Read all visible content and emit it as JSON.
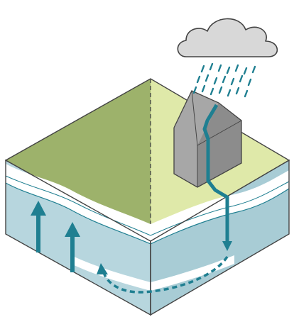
{
  "diagram": {
    "elements": [
      "rain-cloud-icon",
      "rain-drops-icon",
      "house-icon",
      "land-block-left-half",
      "land-block-right-half",
      "groundwater-layer",
      "down-arrow",
      "up-arrows",
      "dashed-flow-arrow"
    ],
    "colors": {
      "cloud_fill": "#d8d8d8",
      "cloud_stroke": "#444444",
      "rain": "#1f7f91",
      "land_left": "#9db26b",
      "land_right": "#dfe9a9",
      "water_front": "#b7d6de",
      "water_side": "#a8ccd5",
      "water_band": "#ffffff",
      "house_light": "#a7a7a7",
      "house_dark": "#8c8c8c",
      "arrow_teal": "#1f7f91",
      "outline": "#444444"
    }
  }
}
